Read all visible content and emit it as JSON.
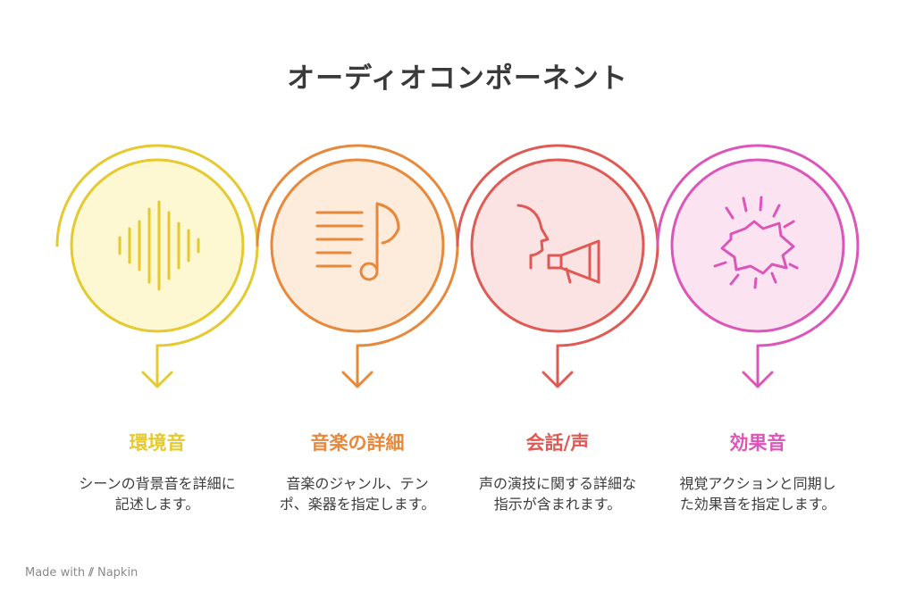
{
  "title": "オーディオコンポーネント",
  "colors": {
    "yellow": "#E5C92E",
    "orange": "#E8883A",
    "red": "#E05A55",
    "pink": "#DC55B8"
  },
  "components": [
    {
      "label": "環境音",
      "description": "シーンの背景音を詳細に記述します。",
      "icon": "soundwave-icon",
      "color": "#E5C92E",
      "fill": "#FDF8D2"
    },
    {
      "label": "音楽の詳細",
      "description": "音楽のジャンル、テンポ、楽器を指定します。",
      "icon": "music-note-icon",
      "color": "#E8883A",
      "fill": "#FDEBDC"
    },
    {
      "label": "会話/声",
      "description": "声の演技に関する詳細な指示が含まれます。",
      "icon": "speaking-megaphone-icon",
      "color": "#E05A55",
      "fill": "#FCE3E3"
    },
    {
      "label": "効果音",
      "description": "視覚アクションと同期した効果音を指定します。",
      "icon": "explosion-icon",
      "color": "#DC55B8",
      "fill": "#FBE3F2"
    }
  ],
  "brand": {
    "text": "Made with",
    "logo": "Napkin"
  }
}
